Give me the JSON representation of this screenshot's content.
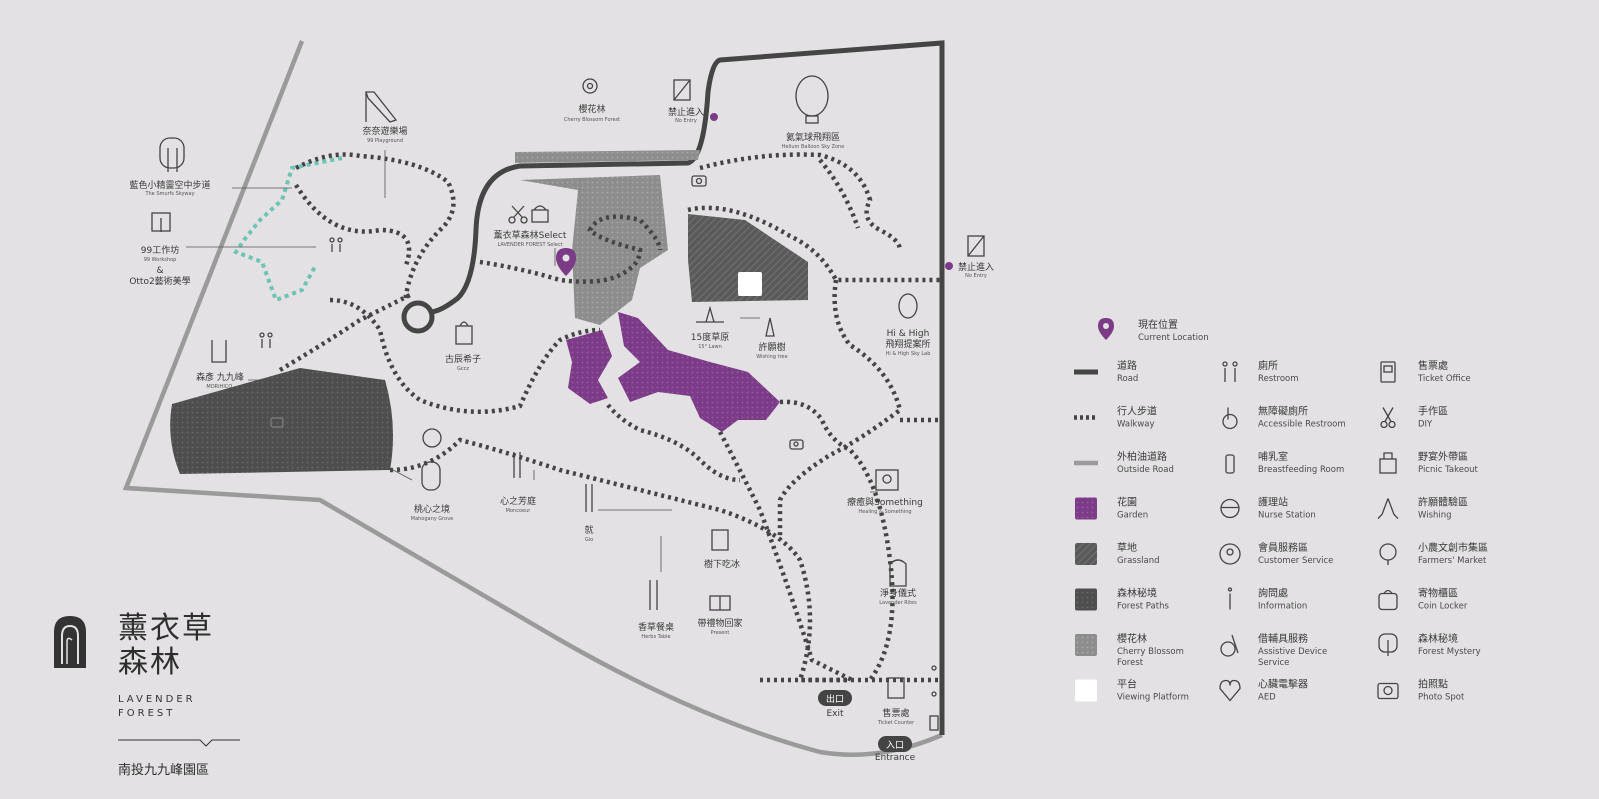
{
  "brand": {
    "title_line1": "薰衣草",
    "title_line2": "森林",
    "en_line1": "LAVENDER",
    "en_line2": "FOREST",
    "area": "南投九九峰園區"
  },
  "colors": {
    "background": "#e3e1e3",
    "road": "#454545",
    "walkway": "#444444",
    "outside_road": "#9a9a9a",
    "garden": "#7b3b86",
    "grassland": "#5a5a5a",
    "forest_paths": "#4e4e4e",
    "cherry_blossom": "#9b9b9b",
    "viewing_platform": "#ffffff",
    "skyway": "#6cc4b4"
  },
  "map_labels": {
    "playground": {
      "zh": "奈奈遊樂場",
      "en": "99 Playground"
    },
    "cherry": {
      "zh": "櫻花林",
      "en": "Cherry Blossom Forest"
    },
    "no_entry_top": {
      "zh": "禁止進入",
      "en": "No Entry"
    },
    "balloon": {
      "zh": "氦氣球飛翔區",
      "en": "Helium Balloon Sky Zone"
    },
    "skyway": {
      "zh": "藍色小精靈空中步道",
      "en": "The Smurfs Skyway"
    },
    "workshop": {
      "zh": "99工作坊",
      "en": "99 Workshop"
    },
    "amp": "&",
    "otto2": {
      "zh": "Otto2藝術美學"
    },
    "select": {
      "zh": "薰衣草森林Select",
      "en": "LAVENDER FOREST Select"
    },
    "no_entry_right": {
      "zh": "禁止進入",
      "en": "No Entry"
    },
    "skylab": {
      "zh1": "Hi & High",
      "zh2": "飛翔提案所",
      "en": "Hi & High Sky Lab"
    },
    "gucci": {
      "zh": "古辰希子",
      "en": "Gccz"
    },
    "lawn": {
      "zh": "15度草原",
      "en": "15° Lawn"
    },
    "wishing": {
      "zh": "許願樹",
      "en": "Wishing tree"
    },
    "morihico": {
      "zh": "森彥 九九峰",
      "en": "MORIHICO."
    },
    "mahogany": {
      "zh": "桃心之境",
      "en": "Mahogany Grove"
    },
    "moncoeur": {
      "zh": "心之芳庭",
      "en": "Moncoeur"
    },
    "gio": {
      "zh": "就",
      "en": "Gio"
    },
    "healing": {
      "zh": "療癒與Something",
      "en": "Healing & Something"
    },
    "icecream": {
      "zh": "樹下吃冰"
    },
    "herbs": {
      "zh": "香草餐桌",
      "en": "Herbs Table"
    },
    "present": {
      "zh": "帶禮物回家",
      "en": "Present"
    },
    "rites": {
      "zh": "淨身儀式",
      "en": "Lavender Rites"
    },
    "exit": {
      "zh": "出口",
      "en": "Exit"
    },
    "ticket_counter": {
      "zh": "售票處",
      "en": "Ticket Counter"
    },
    "entrance": {
      "zh": "入口",
      "en": "Entrance"
    }
  },
  "legend": {
    "current_location": {
      "zh": "現在位置",
      "en": "Current Location"
    },
    "col1": [
      {
        "zh": "道路",
        "en": "Road",
        "icon": "road-line-icon"
      },
      {
        "zh": "行人步道",
        "en": "Walkway",
        "icon": "walkway-line-icon"
      },
      {
        "zh": "外柏油道路",
        "en": "Outside Road",
        "icon": "outside-road-line-icon"
      },
      {
        "zh": "花園",
        "en": "Garden",
        "icon": "garden-swatch-icon"
      },
      {
        "zh": "草地",
        "en": "Grassland",
        "icon": "grassland-swatch-icon"
      },
      {
        "zh": "森林秘境",
        "en": "Forest Paths",
        "icon": "forest-swatch-icon"
      },
      {
        "zh": "櫻花林",
        "en": "Cherry Blossom",
        "en2": "Forest",
        "icon": "cherry-swatch-icon"
      },
      {
        "zh": "平台",
        "en": "Viewing Platform",
        "icon": "platform-swatch-icon"
      }
    ],
    "col2": [
      {
        "zh": "廁所",
        "en": "Restroom",
        "icon": "restroom-icon"
      },
      {
        "zh": "無障礙廁所",
        "en": "Accessible Restroom",
        "icon": "accessible-restroom-icon"
      },
      {
        "zh": "哺乳室",
        "en": "Breastfeeding Room",
        "icon": "breastfeeding-icon"
      },
      {
        "zh": "護理站",
        "en": "Nurse Station",
        "icon": "nurse-station-icon"
      },
      {
        "zh": "會員服務區",
        "en": "Customer Service",
        "icon": "customer-service-icon"
      },
      {
        "zh": "詢問處",
        "en": "Information",
        "icon": "information-icon"
      },
      {
        "zh": "借輔具服務",
        "en": "Assistive Device",
        "en2": "Service",
        "icon": "assistive-device-icon"
      },
      {
        "zh": "心臟電擊器",
        "en": "AED",
        "icon": "aed-icon"
      }
    ],
    "col3": [
      {
        "zh": "售票處",
        "en": "Ticket Office",
        "icon": "ticket-office-icon"
      },
      {
        "zh": "手作區",
        "en": "DIY",
        "icon": "scissors-icon"
      },
      {
        "zh": "野宴外帶區",
        "en": "Picnic Takeout",
        "icon": "takeout-bag-icon"
      },
      {
        "zh": "許願體驗區",
        "en": "Wishing",
        "icon": "praying-hands-icon"
      },
      {
        "zh": "小農文創市集區",
        "en": "Farmers' Market",
        "icon": "vegetable-icon"
      },
      {
        "zh": "寄物櫃區",
        "en": "Coin Locker",
        "icon": "locker-icon"
      },
      {
        "zh": "森林秘境",
        "en": "Forest Mystery",
        "icon": "forest-tree-icon"
      },
      {
        "zh": "拍照點",
        "en": "Photo Spot",
        "icon": "camera-icon"
      }
    ]
  }
}
